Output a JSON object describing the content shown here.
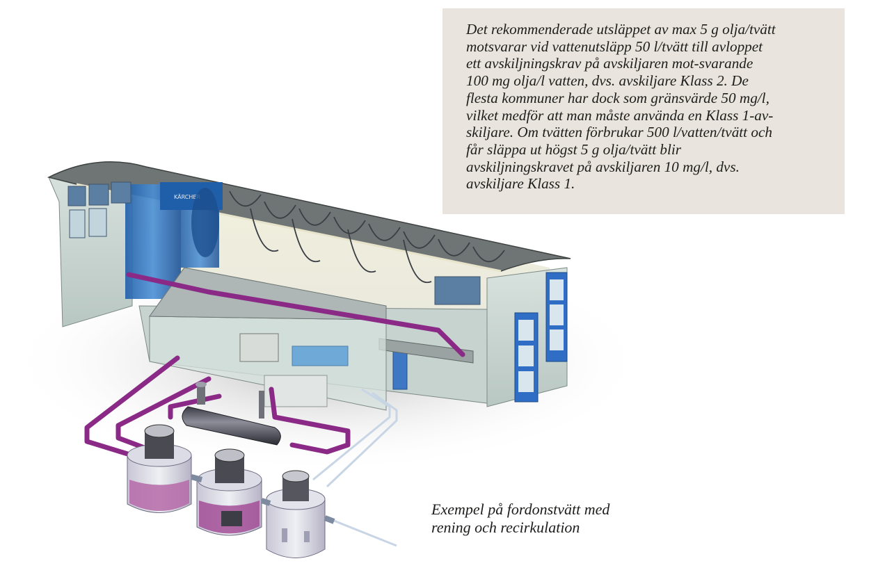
{
  "info_box": {
    "lines": [
      "Det rekommenderade utsläppet av max 5 g olja/tvätt",
      "motsvarar vid vattenutsläpp 50 l/tvätt till avloppet",
      "ett avskiljningskrav på avskiljaren mot-svarande",
      "100 mg olja/l vatten, dvs. avskiljare Klass 2. De",
      "flesta kommuner har dock som gränsvärde 50 mg/l,",
      "vilket medför att man måste använda en Klass 1-av-",
      "skiljare. Om tvätten förbrukar 500 l/vatten/tvätt och",
      "får släppa ut högst 5 g olja/tvätt blir",
      "avskiljningskravet på avskiljaren 10 mg/l, dvs.",
      "avskiljare Klass 1."
    ]
  },
  "caption": {
    "lines": [
      "Exempel på fordonstvätt med",
      "rening och recirkulation"
    ]
  },
  "machine_label": "KÄRCHER",
  "colors": {
    "box_bg": "#e9e4dd",
    "pipe": "#8a2a86",
    "wall": "#c9d6d1",
    "blue": "#2d6bb8",
    "tank_liquid": "#b56aa8"
  }
}
